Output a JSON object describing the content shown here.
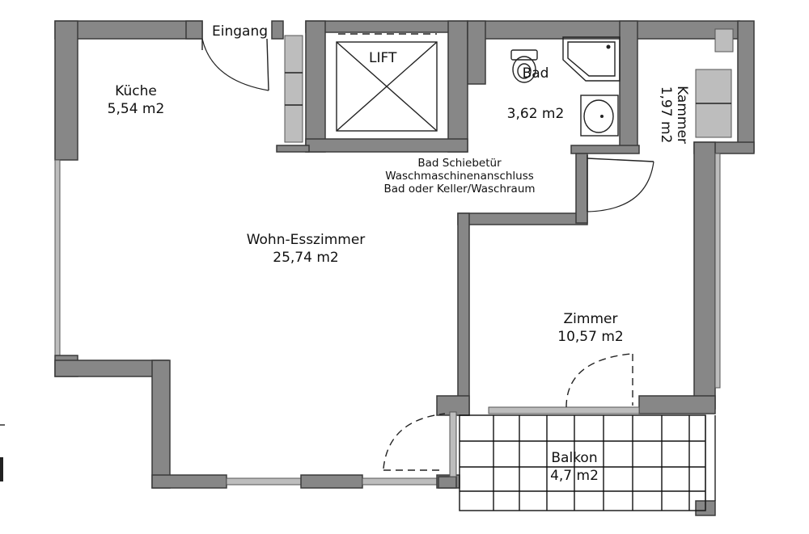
{
  "rooms": {
    "kueche": {
      "name": "Küche",
      "area": "5,54 m2"
    },
    "wohn": {
      "name": "Wohn-Esszimmer",
      "area": "25,74 m2"
    },
    "bad": {
      "name": "Bad",
      "area": "3,62 m2"
    },
    "kammer": {
      "name": "Kammer",
      "area": "1,97 m2"
    },
    "zimmer": {
      "name": "Zimmer",
      "area": "10,57 m2"
    },
    "balkon": {
      "name": "Balkon",
      "area": "4,7 m2"
    }
  },
  "labels": {
    "entrance": "Eingang",
    "lift": "LIFT"
  },
  "notes": [
    "Bad Schiebetür",
    "Waschmaschinenanschluss",
    "Bad oder Keller/Waschraum"
  ]
}
